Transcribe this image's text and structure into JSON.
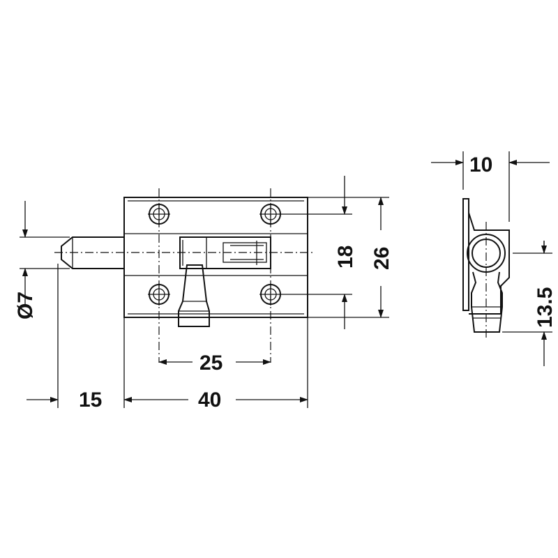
{
  "drawing": {
    "line_color": "#111111",
    "background": "#ffffff",
    "dimensions": {
      "bolt_diameter": "Ø7",
      "bolt_projection": "15",
      "body_length": "40",
      "hole_spacing_horizontal": "25",
      "hole_spacing_vertical": "18",
      "body_height": "26",
      "side_depth": "10",
      "knob_height": "13.5"
    }
  }
}
